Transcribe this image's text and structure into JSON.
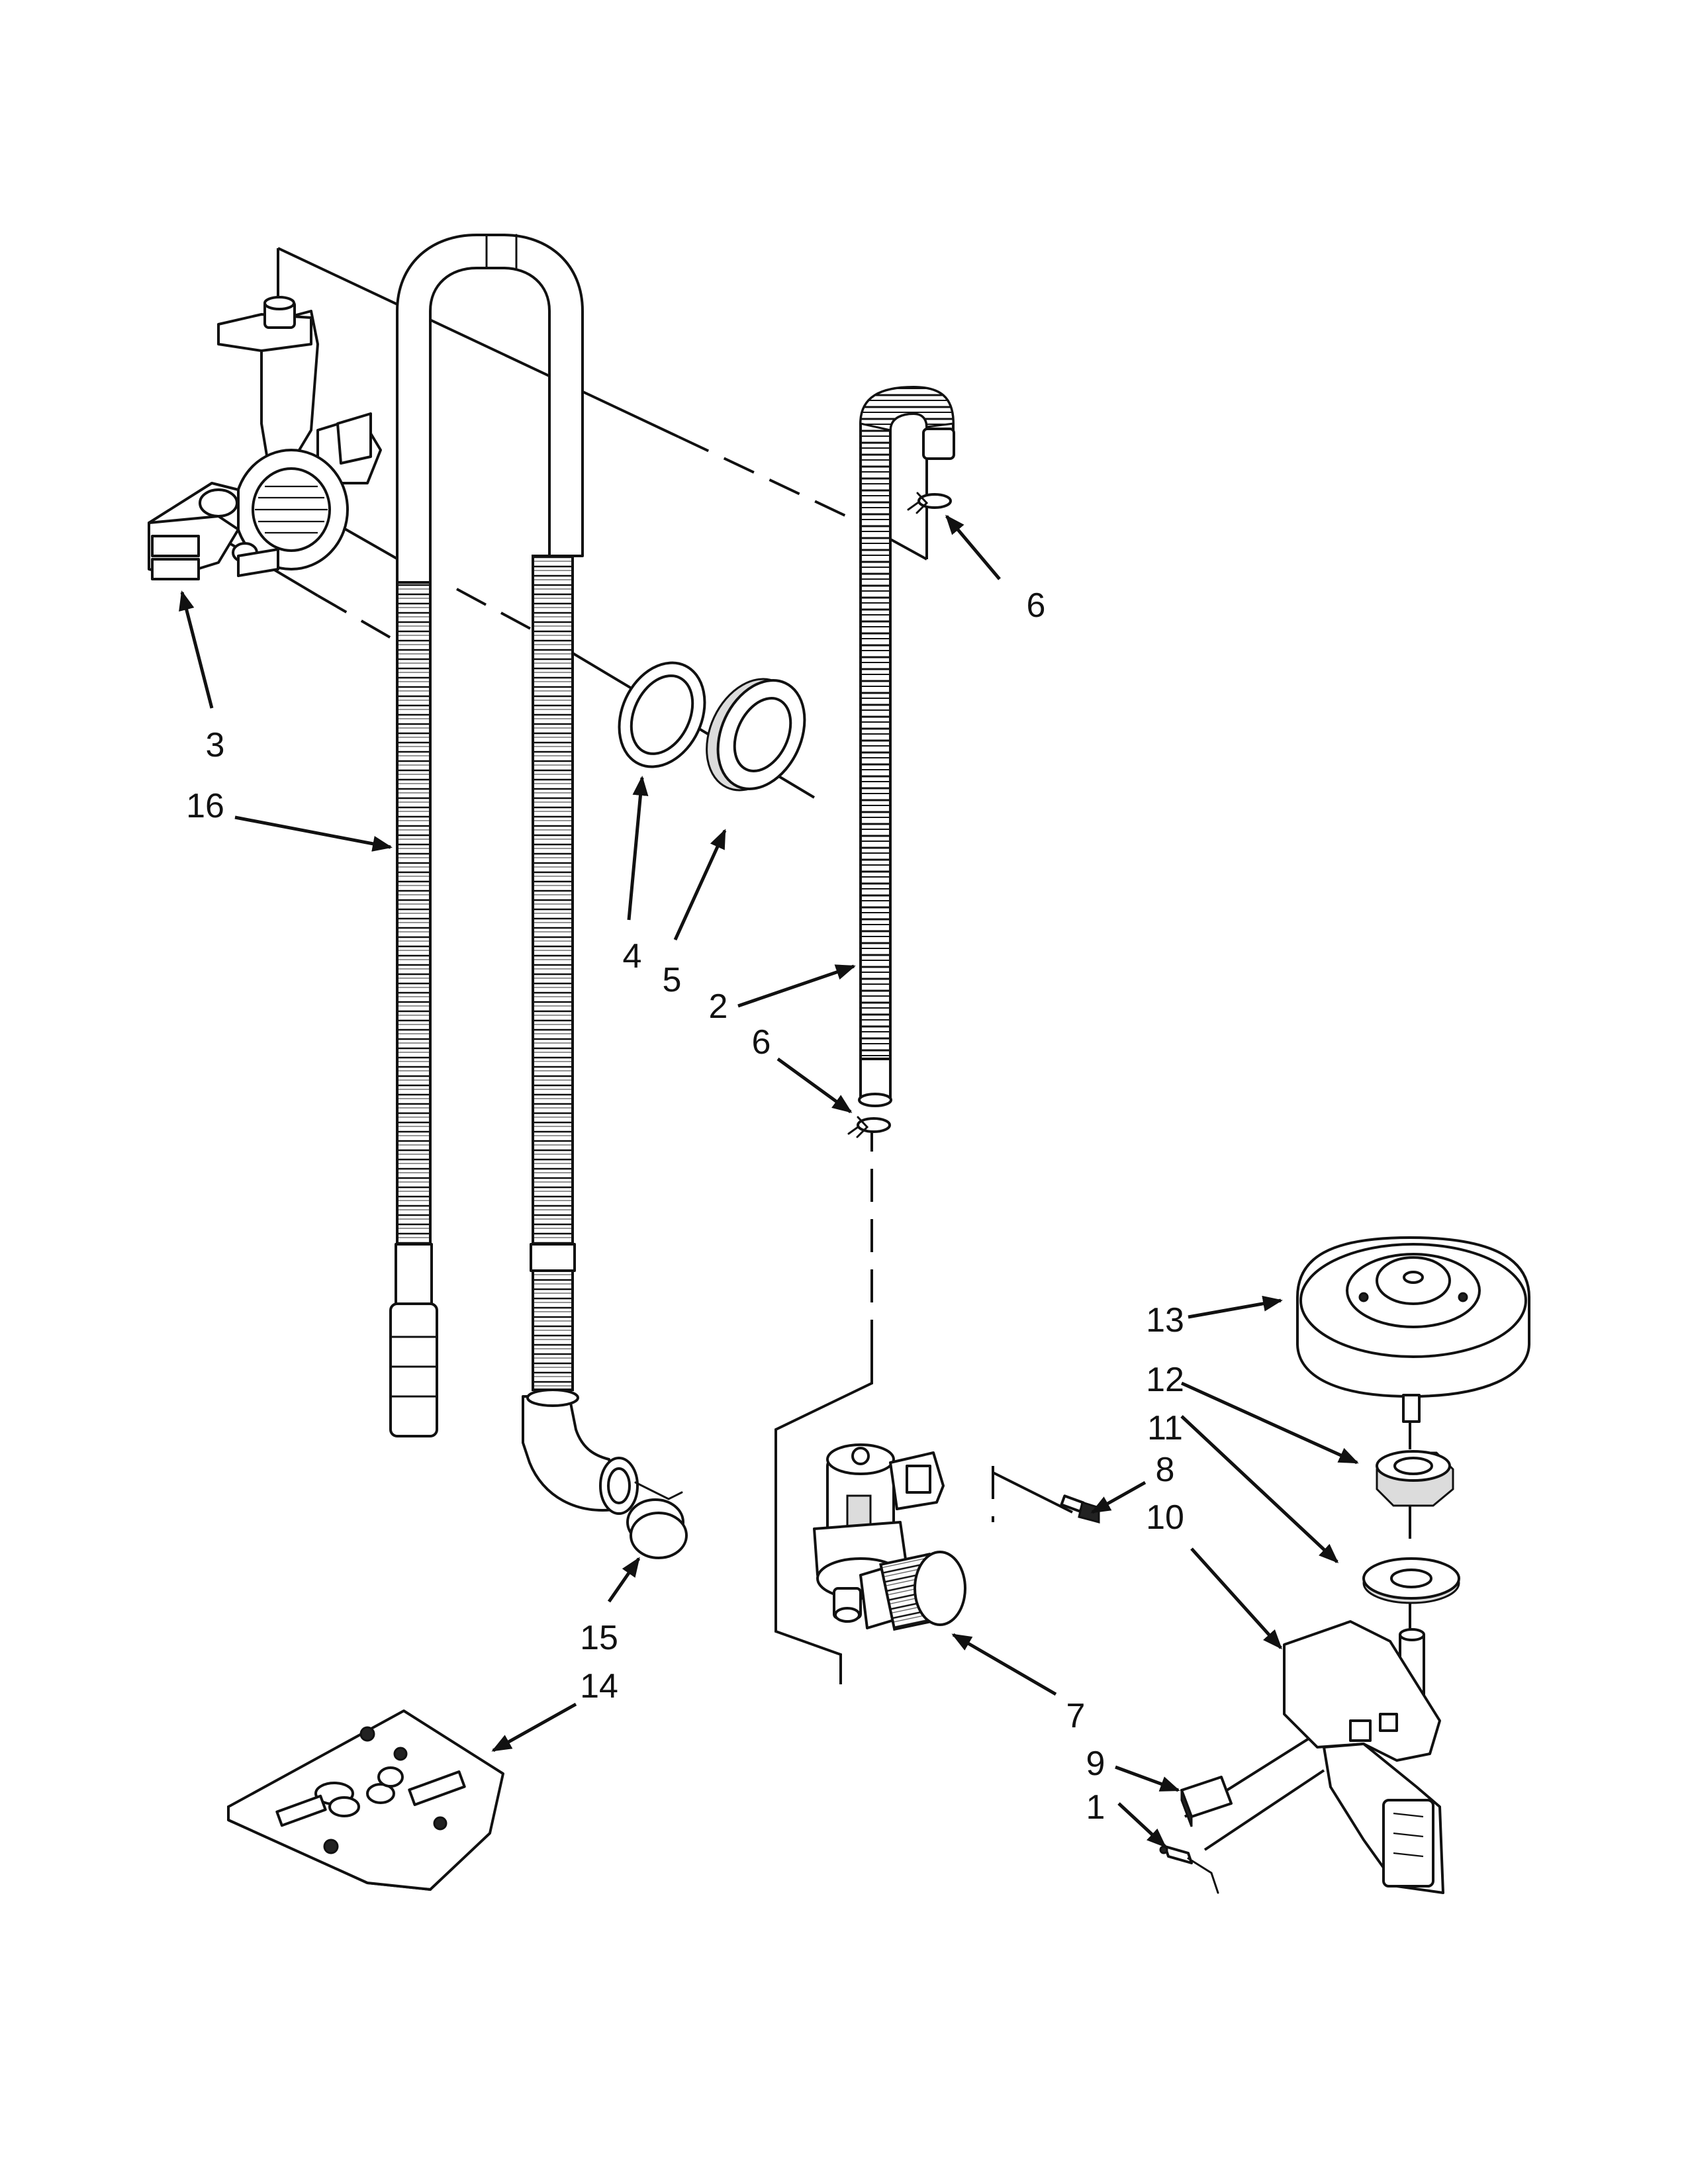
{
  "diagram": {
    "callouts": [
      {
        "id": "c-3",
        "label": "3"
      },
      {
        "id": "c-16",
        "label": "16"
      },
      {
        "id": "c-4",
        "label": "4"
      },
      {
        "id": "c-5",
        "label": "5"
      },
      {
        "id": "c-2",
        "label": "2"
      },
      {
        "id": "c-6-top",
        "label": "6"
      },
      {
        "id": "c-6-mid",
        "label": "6"
      },
      {
        "id": "c-13",
        "label": "13"
      },
      {
        "id": "c-12",
        "label": "12"
      },
      {
        "id": "c-11",
        "label": "11"
      },
      {
        "id": "c-8",
        "label": "8"
      },
      {
        "id": "c-10",
        "label": "10"
      },
      {
        "id": "c-7",
        "label": "7"
      },
      {
        "id": "c-9",
        "label": "9"
      },
      {
        "id": "c-1",
        "label": "1"
      },
      {
        "id": "c-15",
        "label": "15"
      },
      {
        "id": "c-14",
        "label": "14"
      }
    ]
  }
}
